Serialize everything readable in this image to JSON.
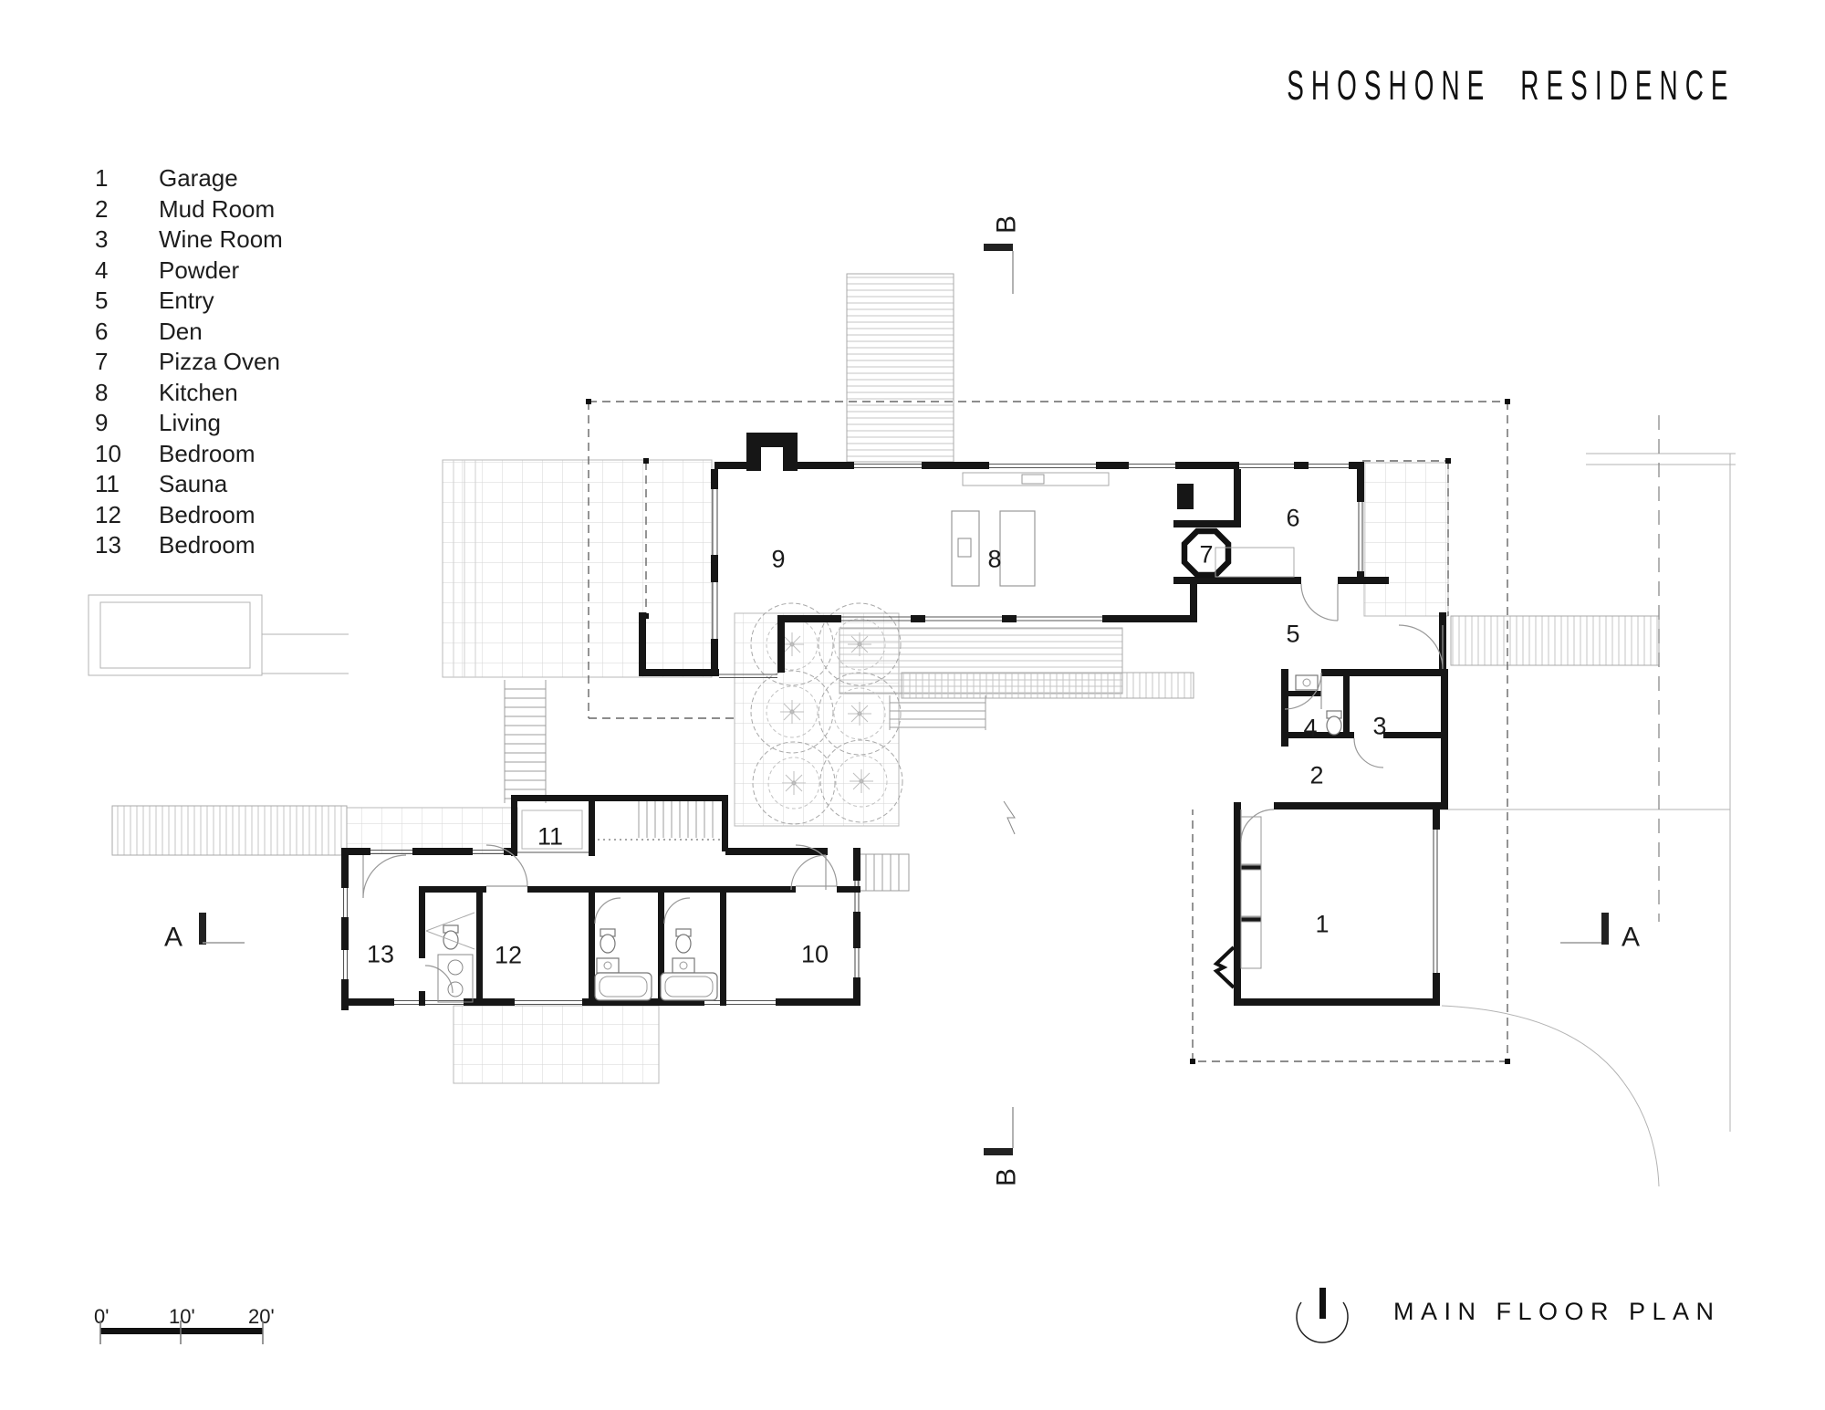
{
  "title": "SHOSHONE RESIDENCE",
  "plan": {
    "name": "MAIN FLOOR PLAN"
  },
  "legend": {
    "items": [
      {
        "num": "1",
        "label": "Garage"
      },
      {
        "num": "2",
        "label": "Mud Room"
      },
      {
        "num": "3",
        "label": "Wine Room"
      },
      {
        "num": "4",
        "label": "Powder"
      },
      {
        "num": "5",
        "label": "Entry"
      },
      {
        "num": "6",
        "label": "Den"
      },
      {
        "num": "7",
        "label": "Pizza Oven"
      },
      {
        "num": "8",
        "label": "Kitchen"
      },
      {
        "num": "9",
        "label": "Living"
      },
      {
        "num": "10",
        "label": "Bedroom"
      },
      {
        "num": "11",
        "label": "Sauna"
      },
      {
        "num": "12",
        "label": "Bedroom"
      },
      {
        "num": "13",
        "label": "Bedroom"
      }
    ]
  },
  "rooms": {
    "r1": "1",
    "r2": "2",
    "r3": "3",
    "r4": "4",
    "r5": "5",
    "r6": "6",
    "r7": "7",
    "r8": "8",
    "r9": "9",
    "r10": "10",
    "r11": "11",
    "r12": "12",
    "r13": "13"
  },
  "sections": {
    "a": "A",
    "b": "B"
  },
  "scale": {
    "t0": "0'",
    "t10": "10'",
    "t20": "20'"
  },
  "colors": {
    "wall": "#161616",
    "line": "#999999",
    "dash": "#666666"
  }
}
